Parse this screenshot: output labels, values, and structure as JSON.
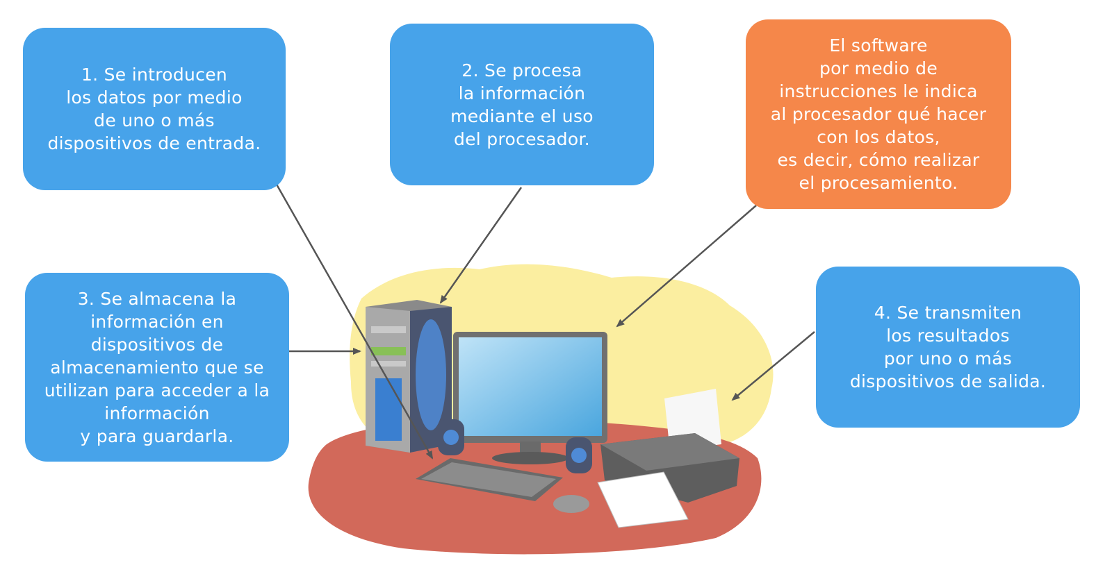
{
  "boxes": [
    {
      "id": "input",
      "lines": [
        "1. Se introducen",
        "los datos por medio",
        "de uno o más",
        "dispositivos de entrada."
      ]
    },
    {
      "id": "process",
      "lines": [
        "2. Se procesa",
        "la información",
        "mediante el uso",
        "del procesador."
      ]
    },
    {
      "id": "software",
      "lines": [
        "El software",
        "por medio de",
        "instrucciones le indica",
        "al procesador qué hacer",
        "con los datos,",
        "es decir, cómo realizar",
        "el procesamiento."
      ]
    },
    {
      "id": "storage",
      "lines": [
        "3. Se almacena la",
        "información en",
        "dispositivos de",
        "almacenamiento que se",
        "utilizan para acceder a la",
        "información",
        "y para guardarla."
      ]
    },
    {
      "id": "output",
      "lines": [
        "4. Se transmiten",
        "los resultados",
        "por uno o más",
        "dispositivos de salida."
      ]
    }
  ],
  "colors": {
    "box_blue": "#47a3ea",
    "box_orange": "#f5874a",
    "arrow": "#555555",
    "backdrop": "#fbeea0",
    "desk": "#d2695a"
  },
  "icons": [
    "computer-tower-icon",
    "monitor-icon",
    "speaker-icon",
    "keyboard-icon",
    "mouse-icon",
    "printer-icon"
  ]
}
